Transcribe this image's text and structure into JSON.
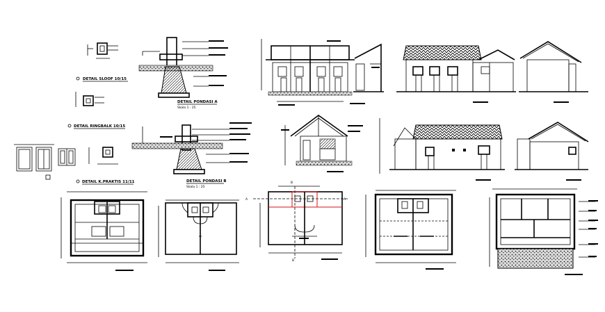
{
  "labels": {
    "sloof": "DETAIL SLOOF 10/15",
    "pondasi_a": "DETAIL PONDASI A",
    "pondasi_a_scale": "Skala 1 : 25",
    "ringbalk": "DETAIL RINGBALK 10/15",
    "kpraktis": "DETAIL K.PRAKTIS 11/11",
    "pondasi_b": "DETAIL PONDASI B",
    "pondasi_b_scale": "Skala 1 : 25",
    "section_a": "A",
    "section_b": "B"
  },
  "colors": {
    "line": "#000000",
    "section_cut": "#d0101a",
    "hatch": "#bbbbbb"
  }
}
